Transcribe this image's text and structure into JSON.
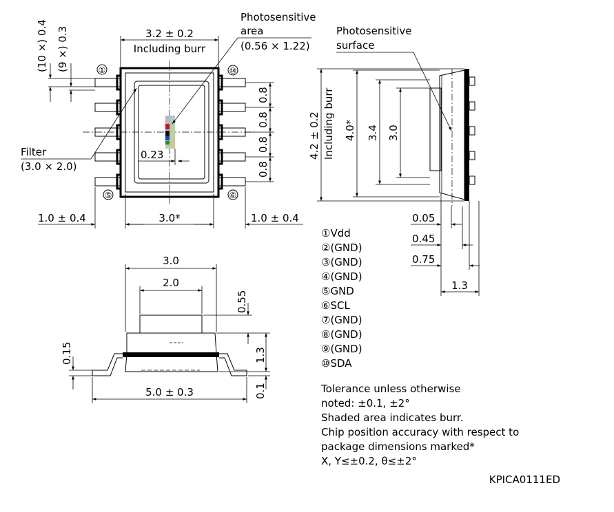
{
  "top_view": {
    "dim_width_value": "3.2 ± 0.2",
    "dim_width_note": "Including burr",
    "dim_pitch_10x": "(10 ×) 0.4",
    "dim_pitch_9x": "(9 ×) 0.3",
    "photosensitive_area_label_1": "Photosensitive",
    "photosensitive_area_label_2": "area",
    "photosensitive_area_size": "(0.56 × 1.22)",
    "filter_label": "Filter",
    "filter_size": "(3.0 × 2.0)",
    "dim_023": "0.23",
    "dim_pitch": [
      "0.8",
      "0.8",
      "0.8",
      "0.8"
    ],
    "dim_left": "1.0 ± 0.4",
    "dim_center": "3.0*",
    "dim_right": "1.0 ± 0.4",
    "pin_1": "①",
    "pin_5": "⑤",
    "pin_6": "⑥",
    "pin_10": "⑩"
  },
  "side_view": {
    "surface_label_1": "Photosensitive",
    "surface_label_2": "surface",
    "dim_height": "4.2 ± 0.2",
    "dim_height_note": "Including burr",
    "dim_40": "4.0*",
    "dim_34": "3.4",
    "dim_30": "3.0",
    "dim_005": "0.05",
    "dim_045": "0.45",
    "dim_075": "0.75",
    "dim_13": "1.3"
  },
  "pinout": [
    "①Vdd",
    "②(GND)",
    "③(GND)",
    "④(GND)",
    "⑤GND",
    "⑥SCL",
    "⑦(GND)",
    "⑧(GND)",
    "⑨(GND)",
    "⑩SDA"
  ],
  "front_view": {
    "dim_30": "3.0",
    "dim_20": "2.0",
    "dim_055": "0.55",
    "dim_13": "1.3",
    "dim_015": "0.15",
    "dim_01": "0.1",
    "dim_50": "5.0 ± 0.3"
  },
  "notes": [
    "Tolerance unless otherwise",
    "noted: ±0.1, ±2°",
    "Shaded area indicates burr.",
    "Chip position accuracy with respect to",
    "package dimensions marked*",
    "X, Y≤±0.2, θ≤±2°"
  ],
  "drawing_code": "KPICA0111ED"
}
